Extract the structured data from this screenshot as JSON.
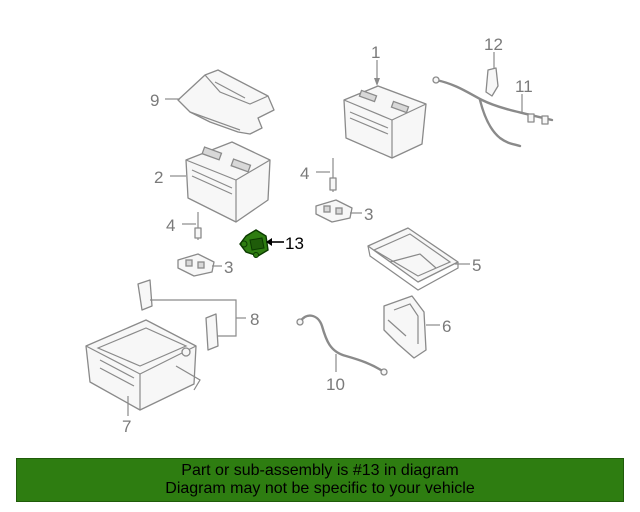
{
  "diagram": {
    "callouts": {
      "c1": "1",
      "c2": "2",
      "c3a": "3",
      "c3b": "3",
      "c4a": "4",
      "c4b": "4",
      "c5": "5",
      "c6": "6",
      "c7": "7",
      "c8": "8",
      "c9": "9",
      "c10": "10",
      "c11": "11",
      "c12": "12",
      "c13": "13"
    },
    "highlight_color": "#2e7d11"
  },
  "banner": {
    "line1": "Part or sub-assembly is #13 in diagram",
    "line2": "Diagram may not be specific to your vehicle",
    "background": "#2e7d11"
  }
}
